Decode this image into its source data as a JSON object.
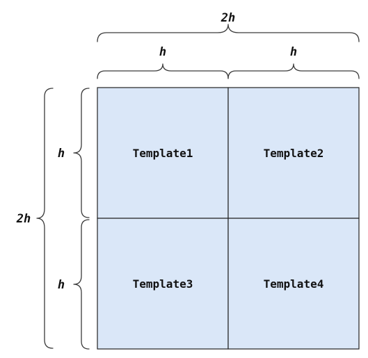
{
  "dimensions": {
    "top_total": "2h",
    "top_left": "h",
    "top_right": "h",
    "left_total": "2h",
    "left_top": "h",
    "left_bottom": "h"
  },
  "cells": [
    {
      "label": "Template1"
    },
    {
      "label": "Template2"
    },
    {
      "label": "Template3"
    },
    {
      "label": "Template4"
    }
  ],
  "colors": {
    "cell_fill": "#dae7f8",
    "grid_line": "#222222",
    "brace": "#3a3a3a"
  }
}
